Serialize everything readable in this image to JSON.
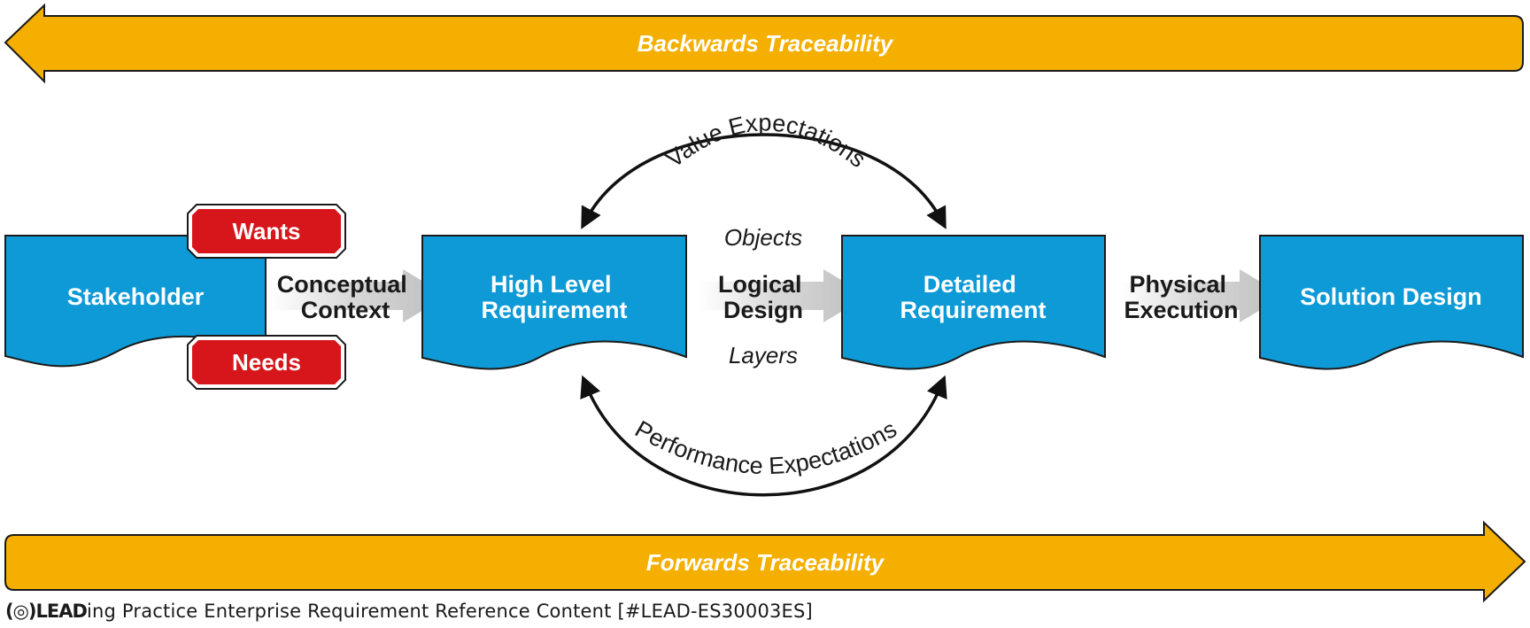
{
  "banners": {
    "backward": "Backwards Traceability",
    "forward": "Forwards Traceability"
  },
  "boxes": {
    "stakeholder": "Stakeholder",
    "high_level": [
      "High Level",
      "Requirement"
    ],
    "detailed": [
      "Detailed",
      "Requirement"
    ],
    "solution": "Solution Design"
  },
  "tags": {
    "wants": "Wants",
    "needs": "Needs"
  },
  "connectors": {
    "conceptual": [
      "Conceptual",
      "Context"
    ],
    "logical": [
      "Logical",
      "Design"
    ],
    "physical": [
      "Physical",
      "Execution"
    ]
  },
  "annotations": {
    "objects": "Objects",
    "layers": "Layers"
  },
  "arcs": {
    "value": "Value Expectations",
    "performance": "Performance Expectations"
  },
  "footer": {
    "logo": "(◎)LEAD",
    "text": "ing Practice Enterprise Requirement Reference Content [#LEAD-ES30003ES]"
  },
  "colors": {
    "banner_orange": "#F4AF00",
    "box_blue": "#0E9AD6",
    "tag_red": "#D7161B",
    "outline": "#1A1A1A"
  }
}
